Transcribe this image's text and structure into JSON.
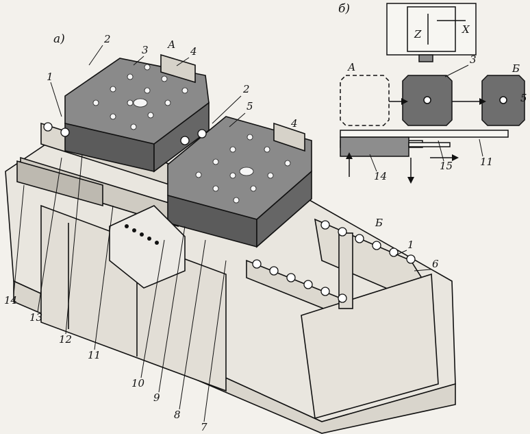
{
  "figure": {
    "part_a_label": "а)",
    "part_b_label": "б)",
    "view_A": "А",
    "view_B": "Б",
    "axis_x": "X",
    "axis_z": "Z"
  },
  "callouts": {
    "n1": "1",
    "n2": "2",
    "n3": "3",
    "n4": "4",
    "n5": "5",
    "n6": "6",
    "n7": "7",
    "n8": "8",
    "n9": "9",
    "n10": "10",
    "n11": "11",
    "n12": "12",
    "n13": "13",
    "n14": "14",
    "n15": "15"
  },
  "colors": {
    "ink": "#111111",
    "pallet_dark": "#6e6e6e",
    "paper": "#f3f1ec",
    "bleed_text": "#b9b5ae"
  }
}
